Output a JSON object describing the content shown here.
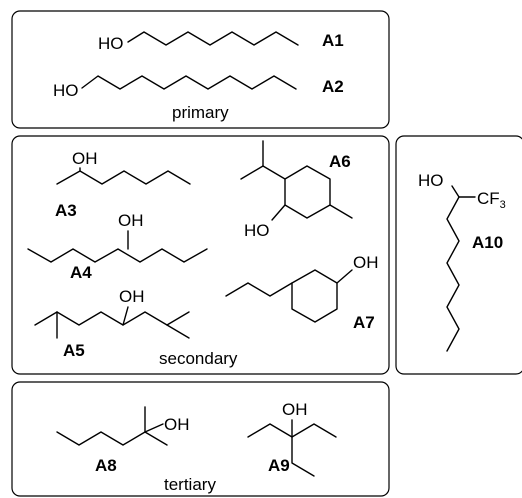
{
  "atoms": {
    "hydroxyl": "HO",
    "hydroxyl_alt": "OH",
    "cf3_main": "CF",
    "cf3_sub": "3"
  },
  "categories": {
    "primary": "primary",
    "secondary": "secondary",
    "tertiary": "tertiary"
  },
  "compounds": {
    "a1": "A1",
    "a2": "A2",
    "a3": "A3",
    "a4": "A4",
    "a5": "A5",
    "a6": "A6",
    "a7": "A7",
    "a8": "A8",
    "a9": "A9",
    "a10": "A10"
  }
}
